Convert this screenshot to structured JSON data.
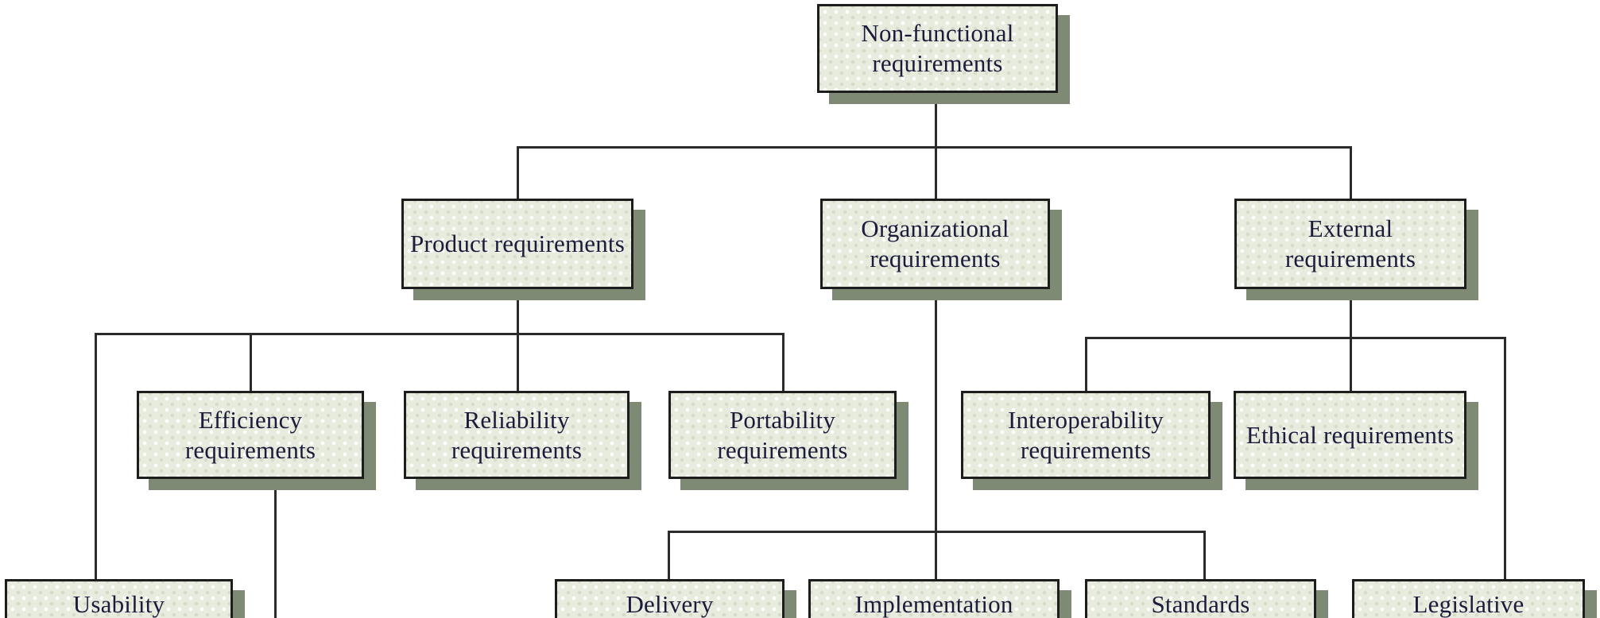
{
  "diagram": {
    "type": "tree",
    "description": "Taxonomy of non-functional requirements",
    "nodes": {
      "nonfunctional": {
        "label": "Non-functional requirements"
      },
      "product": {
        "label": "Product requirements"
      },
      "organizational": {
        "label": "Organizational requirements"
      },
      "external": {
        "label": "External requirements"
      },
      "efficiency": {
        "label": "Efficiency requirements"
      },
      "reliability": {
        "label": "Reliability requirements"
      },
      "portability": {
        "label": "Portability requirements"
      },
      "interoperability": {
        "label": "Interoperability requirements"
      },
      "ethical": {
        "label": "Ethical requirements"
      },
      "usability": {
        "label": "Usability"
      },
      "delivery": {
        "label": "Delivery"
      },
      "implementation": {
        "label": "Implementation"
      },
      "standards": {
        "label": "Standards"
      },
      "legislative": {
        "label": "Legislative"
      }
    },
    "edges": [
      [
        "nonfunctional",
        "product"
      ],
      [
        "nonfunctional",
        "organizational"
      ],
      [
        "nonfunctional",
        "external"
      ],
      [
        "product",
        "usability"
      ],
      [
        "product",
        "efficiency"
      ],
      [
        "product",
        "reliability"
      ],
      [
        "product",
        "portability"
      ],
      [
        "organizational",
        "delivery"
      ],
      [
        "organizational",
        "implementation"
      ],
      [
        "organizational",
        "standards"
      ],
      [
        "external",
        "interoperability"
      ],
      [
        "external",
        "ethical"
      ],
      [
        "external",
        "legislative"
      ]
    ],
    "notes": "Bottom row of boxes and a child line below Efficiency are cut off at the image edge."
  },
  "colors": {
    "background": "#ffffff",
    "box_fill": "#e8ecdf",
    "box_border": "#1d1d1d",
    "box_shadow": "#7e8a73",
    "connector": "#2b2b2b",
    "text": "#1b1b3c"
  }
}
